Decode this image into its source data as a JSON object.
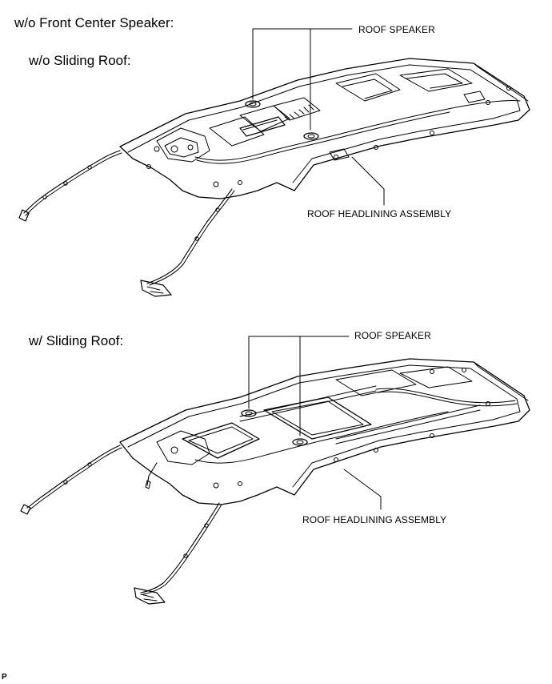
{
  "headings": {
    "main": "w/o Front Center Speaker:",
    "variant_a": "w/o Sliding Roof:",
    "variant_b": "w/ Sliding Roof:"
  },
  "callouts": {
    "speaker_a": "ROOF SPEAKER",
    "headlining_a": "ROOF HEADLINING ASSEMBLY",
    "speaker_b": "ROOF SPEAKER",
    "headlining_b": "ROOF HEADLINING ASSEMBLY"
  },
  "corner_code": "P"
}
